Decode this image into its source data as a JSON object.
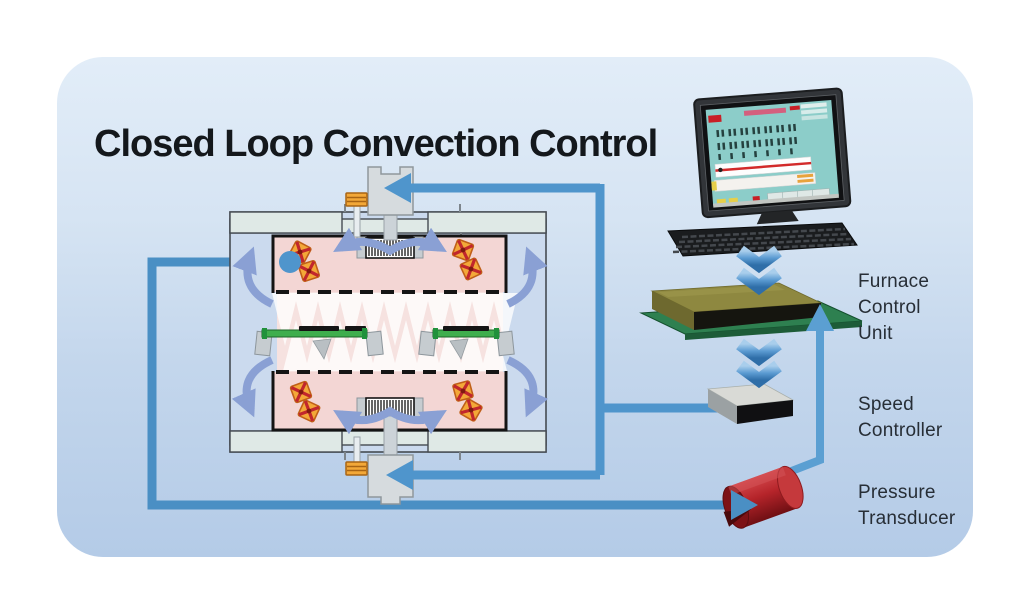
{
  "title": "Closed Loop Convection Control",
  "labels": {
    "furnace_control_unit": [
      "Furnace",
      "Control",
      "Unit"
    ],
    "speed_controller": [
      "Speed",
      "Controller"
    ],
    "pressure_transducer": [
      "Pressure",
      "Transducer"
    ]
  },
  "diagram": {
    "devices": [
      {
        "id": "operator-computer",
        "icon": "computer-monitor-icon"
      },
      {
        "id": "keyboard",
        "icon": "keyboard-icon"
      },
      {
        "id": "furnace-control-unit",
        "icon": "circuit-board-box-icon"
      },
      {
        "id": "speed-controller",
        "icon": "controller-box-icon"
      },
      {
        "id": "pressure-transducer",
        "icon": "red-cylinder-icon"
      },
      {
        "id": "convection-furnace",
        "icon": "furnace-cross-section-icon"
      }
    ],
    "furnace_parts": [
      "blower-motor-top",
      "blower-motor-bottom",
      "rpm-sensor-top",
      "rpm-sensor-bottom",
      "heater-element-top",
      "heater-element-bottom",
      "convection-fan-icons",
      "air-jet-nozzles",
      "pcb-conveyor",
      "pressure-sensor-tap",
      "recirculation-arrows"
    ],
    "signal_flow": [
      "pressure-sensor-tap -> pressure-transducer",
      "pressure-transducer -> furnace-control-unit",
      "computer <-> furnace-control-unit (chevrons)",
      "furnace-control-unit -> speed-controller (chevrons)",
      "speed-controller -> blower-motor-top",
      "speed-controller -> blower-motor-bottom"
    ]
  },
  "colors": {
    "panel_top": "#e2edf8",
    "panel_bottom": "#b4cbe7",
    "signal_line_blue": "#4f95cc",
    "loop_line_blue": "#4a8fc4",
    "chamber_pink": "#f3d6d4",
    "jet_white": "#ffffff",
    "fan_orange": "#f3a838",
    "fan_red": "#c1272d",
    "conveyor_green": "#3fae4d",
    "pcb_board_green": "#2e8050",
    "fcu_olive": "#8e8840",
    "controller_gray": "#d9dad6",
    "transducer_red": "#b5242a",
    "curved_arrow_periwinkle": "#8aa0d4",
    "screen_teal": "#8ccdc9",
    "monitor_frame": "#323539",
    "title_color": "#14181c",
    "label_color": "#272e36"
  }
}
